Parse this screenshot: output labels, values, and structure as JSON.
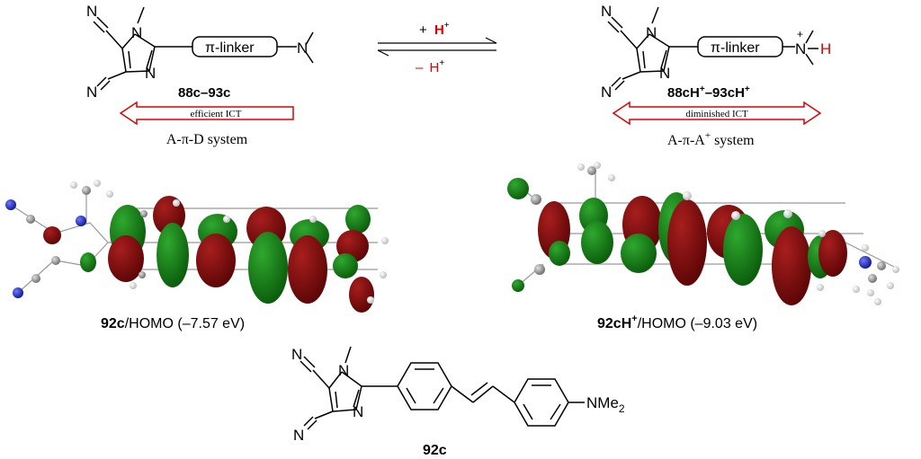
{
  "colors": {
    "bond": "#000000",
    "proton": "#e00000",
    "ict_arrow": "#e00000",
    "orbital_red": "#7d0a0a",
    "orbital_green": "#127c12",
    "nitrogen": "#1a23b8",
    "carbon": "#8c8c8c",
    "hydrogen": "#e6e6e6"
  },
  "reaction": {
    "forward_sign": "+",
    "forward_species": "H",
    "forward_charge": "+",
    "reverse_sign": "–",
    "reverse_species": "H",
    "reverse_charge": "+"
  },
  "left_structure": {
    "nitrile_atom_top": "N",
    "nitrile_atom_bottom": "N",
    "ring_n1": "N",
    "ring_n3": "N",
    "linker_label": "π-linker",
    "amine_atom": "N",
    "compound_label": "88c–93c",
    "ict_label": "efficient ICT",
    "system_label_prefix": "A-π-D system"
  },
  "right_structure": {
    "nitrile_atom_top": "N",
    "nitrile_atom_bottom": "N",
    "ring_n1": "N",
    "ring_n3": "N",
    "linker_label": "π-linker",
    "amine_atom": "N",
    "amine_charge": "+",
    "amine_proton": "H",
    "compound_label_a": "88cH",
    "compound_label_a_sup": "+",
    "compound_label_dash": "–",
    "compound_label_b": "93cH",
    "compound_label_b_sup": "+",
    "ict_label": "diminished ICT",
    "system_label_a": "A-π-A",
    "system_label_sup": "+",
    "system_label_b": " system"
  },
  "orbitals": {
    "left_label_bold": "92c",
    "left_label_rest": "/HOMO (–7.57 eV)",
    "right_label_bold": "92cH",
    "right_label_sup": "+",
    "right_label_rest": "/HOMO (–9.03 eV)"
  },
  "bottom_structure": {
    "nitrile_atom_top": "N",
    "nitrile_atom_bottom": "N",
    "ring_n1": "N",
    "ring_n3": "N",
    "amine_group": "NMe",
    "amine_sub": "2",
    "compound_label": "92c"
  }
}
